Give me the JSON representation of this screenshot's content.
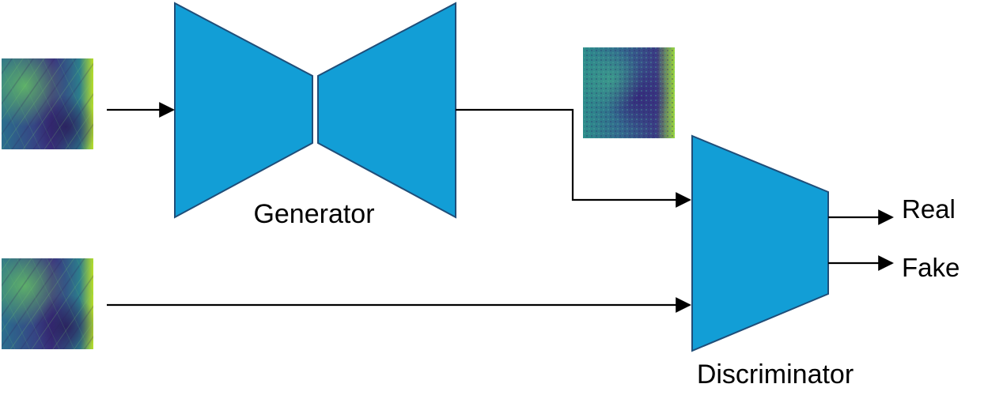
{
  "labels": {
    "generator": "Generator",
    "discriminator": "Discriminator",
    "real": "Real",
    "fake": "Fake"
  },
  "colors": {
    "block_fill": "#129ED6",
    "block_stroke": "#1F4E79",
    "arrow": "#000000",
    "heatmap_dark": "#3B2F7F",
    "heatmap_mid": "#2C7E8C",
    "heatmap_bright": "#B8DE29"
  },
  "images": {
    "input_noise": "heatmap-texture",
    "generated_sample": "heatmap-texture",
    "real_sample": "heatmap-texture"
  }
}
